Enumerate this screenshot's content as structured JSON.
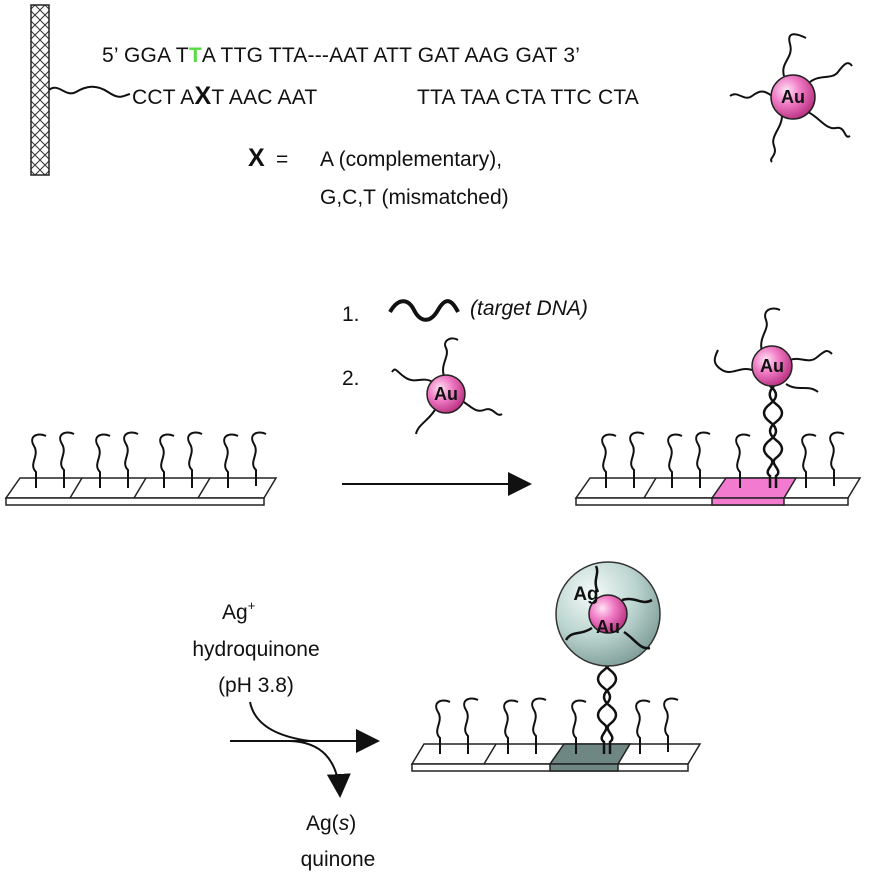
{
  "sequence": {
    "top_strand": {
      "prefix": "5’ GGA T",
      "highlight": "T",
      "suffix": "A TTG TTA---AAT ATT GAT AAG GAT 3’"
    },
    "bottom_strand": {
      "prefix": "CCT A",
      "mismatch_symbol": "X",
      "middle": "T AAC AAT",
      "suffix": "TTA TAA CTA TTC CTA"
    },
    "legend": {
      "symbol": "X",
      "equals": "=",
      "line1": "A (complementary),",
      "line2": "G,C,T (mismatched)"
    }
  },
  "step1": {
    "number": "1.",
    "label": "(target DNA)"
  },
  "step2": {
    "number": "2."
  },
  "particles": {
    "gold": "Au",
    "silver": "Ag"
  },
  "silver_step": {
    "reagent_line1": "Ag",
    "reagent_sup": "+",
    "reagent_line2": "hydroquinone",
    "reagent_line3": "(pH 3.8)",
    "product_line1_a": "Ag(",
    "product_line1_b": "s",
    "product_line1_c": ")",
    "product_line2": "quinone"
  },
  "colors": {
    "highlight_green": "#55dd44",
    "gold_particle": "#ee66bb",
    "pink_spot": "#f27bd0",
    "silver_shell": "#bcd5d0",
    "grey_spot": "#6e8783"
  }
}
